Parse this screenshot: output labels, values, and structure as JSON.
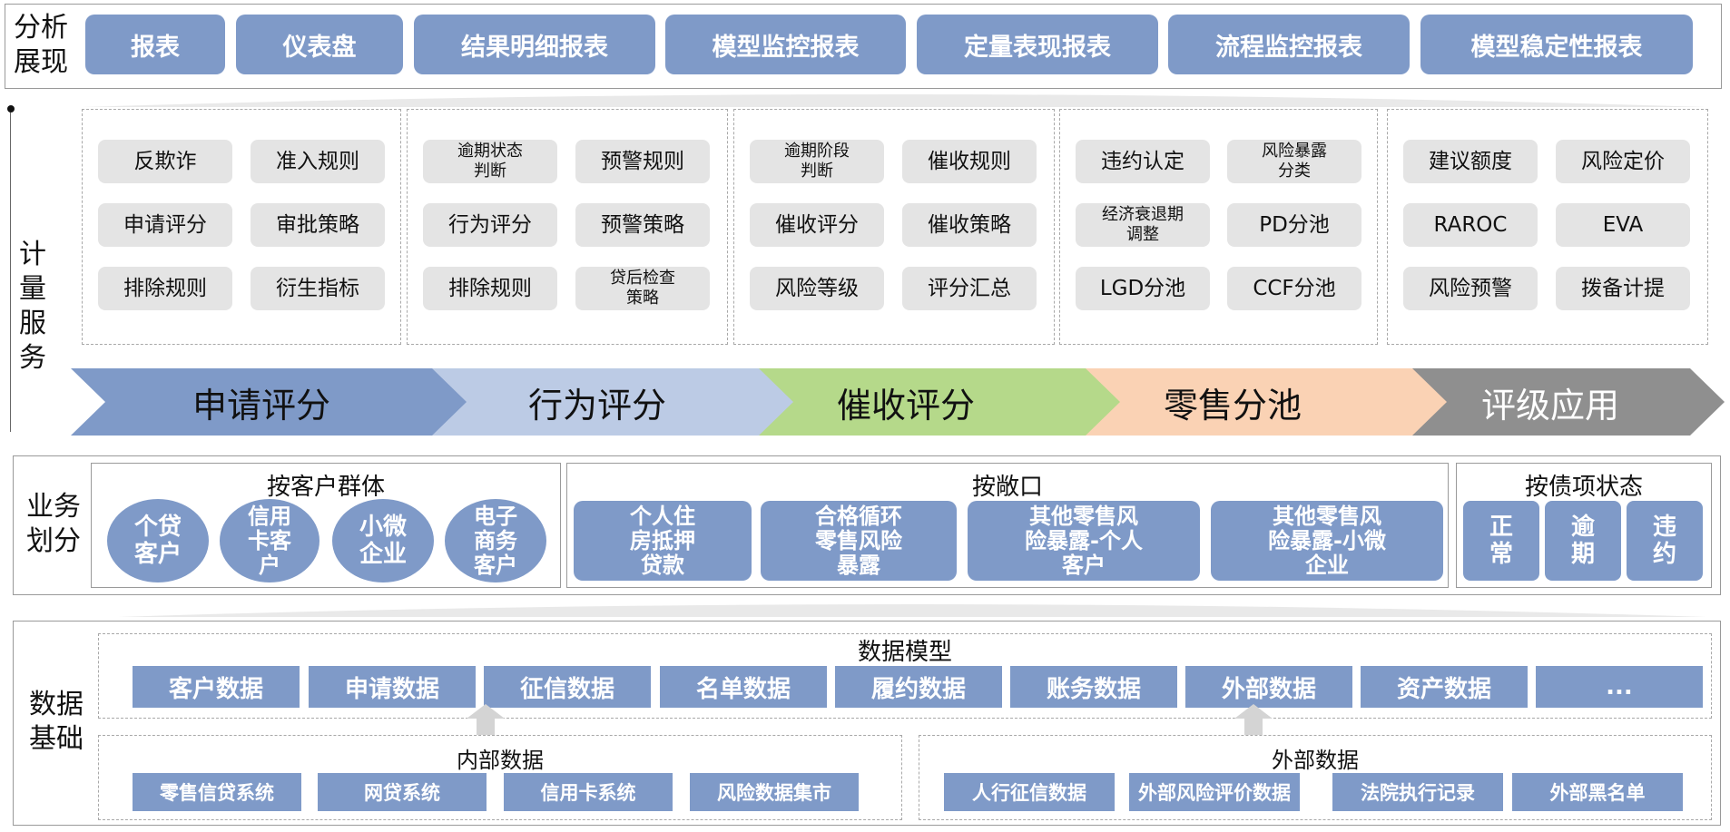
{
  "analysis": {
    "label": "分析展现",
    "reports": [
      "报表",
      "仪表盘",
      "结果明细报表",
      "模型监控报表",
      "定量表现报表",
      "流程监控报表",
      "模型稳定性报表"
    ]
  },
  "measure": {
    "label": "计量服务",
    "groups": [
      {
        "items": [
          "反欺诈",
          "准入规则",
          "申请评分",
          "审批策略",
          "排除规则",
          "衍生指标"
        ]
      },
      {
        "items": [
          "逾期状态\n判断",
          "预警规则",
          "行为评分",
          "预警策略",
          "排除规则",
          "贷后检查\n策略"
        ]
      },
      {
        "items": [
          "逾期阶段\n判断",
          "催收规则",
          "催收评分",
          "催收策略",
          "风险等级",
          "评分汇总"
        ]
      },
      {
        "items": [
          "违约认定",
          "风险暴露\n分类",
          "经济衰退期\n调整",
          "PD分池",
          "LGD分池",
          "CCF分池"
        ]
      },
      {
        "items": [
          "建议额度",
          "风险定价",
          "RAROC",
          "EVA",
          "风险预警",
          "拨备计提"
        ]
      }
    ],
    "stages": [
      "申请评分",
      "行为评分",
      "催收评分",
      "零售分池",
      "评级应用"
    ],
    "stage_colors": [
      "#7f9ac8",
      "#bccbe5",
      "#b5d98a",
      "#fad2b4",
      "#8f8f8f"
    ]
  },
  "business": {
    "label": "业务划分",
    "by_customer": {
      "title": "按客户群体",
      "items": [
        "个贷\n客户",
        "信用\n卡客\n户",
        "小微\n企业",
        "电子\n商务\n客户"
      ]
    },
    "by_exposure": {
      "title": "按敞口",
      "items": [
        "个人住\n房抵押\n贷款",
        "合格循环\n零售风险\n暴露",
        "其他零售风\n险暴露-个人\n客户",
        "其他零售风\n险暴露-小微\n企业"
      ]
    },
    "by_status": {
      "title": "按债项状态",
      "items": [
        "正\n常",
        "逾\n期",
        "违\n约"
      ]
    }
  },
  "data": {
    "label": "数据基础",
    "model": {
      "title": "数据模型",
      "items": [
        "客户数据",
        "申请数据",
        "征信数据",
        "名单数据",
        "履约数据",
        "账务数据",
        "外部数据",
        "资产数据",
        "..."
      ]
    },
    "internal": {
      "title": "内部数据",
      "items": [
        "零售信贷系统",
        "网贷系统",
        "信用卡系统",
        "风险数据集市"
      ]
    },
    "external": {
      "title": "外部数据",
      "items": [
        "人行征信数据",
        "外部风险评价数据",
        "法院执行记录",
        "外部黑名单"
      ]
    }
  }
}
